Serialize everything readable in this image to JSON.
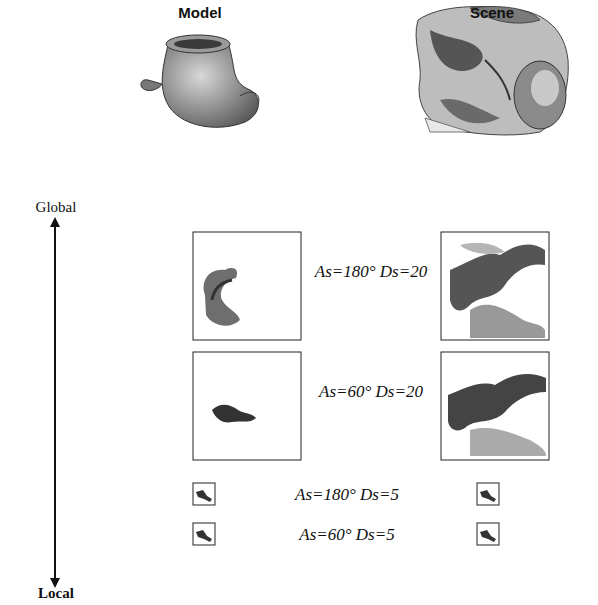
{
  "diagram": {
    "labels": [
      "Model",
      "Scene",
      "Global",
      "As=180° Ds=20",
      "As=60° Ds=20",
      "As=180° Ds=5",
      "As=60° Ds=5",
      "Local"
    ]
  }
}
